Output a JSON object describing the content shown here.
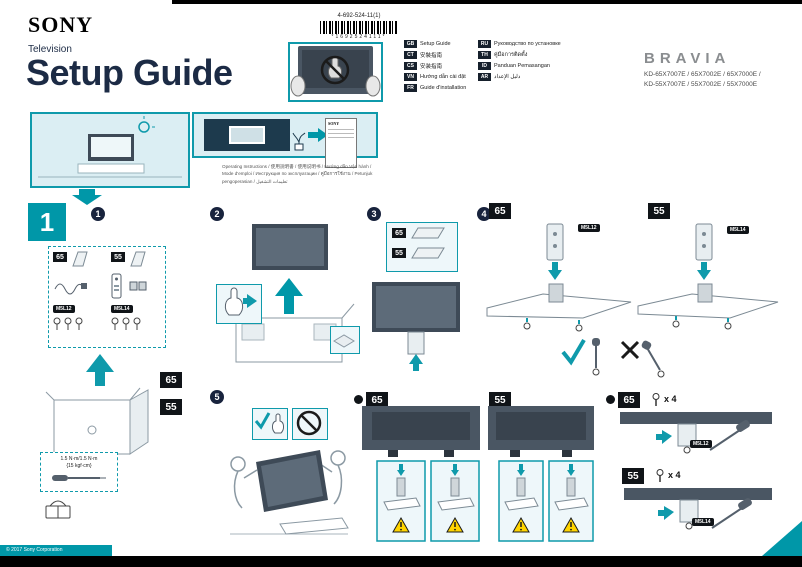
{
  "header": {
    "brand": "SONY",
    "product_line": "Television",
    "title": "Setup Guide",
    "doc_number": "4-692-524-11(1)",
    "barcode_digits": "*1692524111*"
  },
  "brand_right": {
    "logo": "BRAVIA",
    "models_line1": "KD-65X7007E / 65X7002E / 65X7000E /",
    "models_line2": "KD-55X7007E / 55X7002E / 55X7000E"
  },
  "languages": {
    "col1": [
      {
        "code": "GB",
        "label": "Setup Guide"
      },
      {
        "code": "CT",
        "label": "安裝指南"
      },
      {
        "code": "CS",
        "label": "安装指南"
      },
      {
        "code": "VN",
        "label": "Hướng dẫn cài đặt"
      },
      {
        "code": "FR",
        "label": "Guide d'installation"
      }
    ],
    "col2": [
      {
        "code": "RU",
        "label": "Руководство по установке"
      },
      {
        "code": "TH",
        "label": "คู่มือการติดตั้ง"
      },
      {
        "code": "ID",
        "label": "Panduan Pemasangan"
      },
      {
        "code": "AR",
        "label": "دليل الإعداد"
      }
    ]
  },
  "manual": {
    "cover_brand": "SONY",
    "caption": "Operating Instructions / 使用說明書 / 使用说明书 / Hướng dẫn Vận hành / Mode d'emploi / Инструкция по эксплуатации / คู่มือการใช้งาน / Petunjuk pengoperasian / تعليمات التشغيل"
  },
  "section": {
    "number": "1"
  },
  "steps": [
    {
      "num": "1"
    },
    {
      "num": "2"
    },
    {
      "num": "3"
    },
    {
      "num": "4"
    },
    {
      "num": "5"
    }
  ],
  "sizes": {
    "s65": "65",
    "s55": "55"
  },
  "screws": {
    "m5l12": "M5L12",
    "m5l14": "M5L14",
    "x4": "x 4"
  },
  "torque": {
    "line1": "1.5 N·m/1.5 N·m",
    "line2": "{15 kgf·cm}"
  },
  "footer": {
    "copyright": "© 2017 Sony Corporation"
  }
}
